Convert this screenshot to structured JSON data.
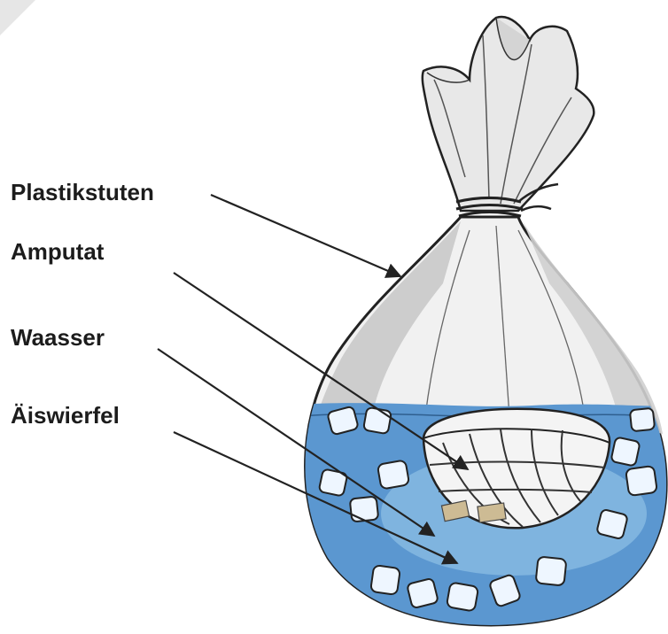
{
  "labels": {
    "bag": "Plastikstuten",
    "amputate": "Amputat",
    "water": "Waasser",
    "ice": "Äiswierfel"
  },
  "colors": {
    "water_outer": "#5b97d0",
    "water_inner": "#8ec0e6",
    "bag_fill": "#f1f1f1",
    "bag_shade": "#c9c9c9",
    "outline": "#222222"
  }
}
